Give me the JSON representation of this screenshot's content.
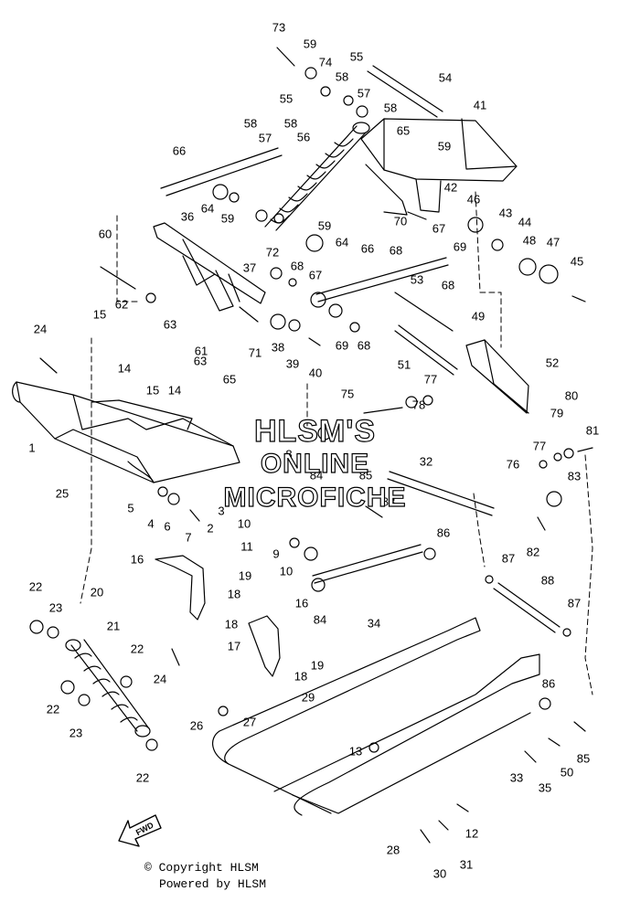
{
  "watermark": [
    "HLSM'S",
    "ONLINE",
    "MICROFICHE"
  ],
  "copyright": "© Copyright HLSM",
  "powered_by": "Powered by HLSM",
  "fwd_label": "FWD",
  "callouts": [
    "73",
    "59",
    "74",
    "55",
    "58",
    "54",
    "57",
    "58",
    "65",
    "41",
    "55",
    "58",
    "58",
    "56",
    "57",
    "59",
    "66",
    "64",
    "59",
    "42",
    "46",
    "43",
    "44",
    "36",
    "70",
    "59",
    "64",
    "67",
    "68",
    "69",
    "48",
    "47",
    "60",
    "72",
    "68",
    "66",
    "45",
    "37",
    "67",
    "68",
    "53",
    "62",
    "63",
    "15",
    "24",
    "61",
    "71",
    "38",
    "39",
    "69",
    "68",
    "49",
    "63",
    "14",
    "65",
    "40",
    "51",
    "52",
    "15",
    "14",
    "77",
    "75",
    "78",
    "1",
    "80",
    "79",
    "81",
    "77",
    "8",
    "32",
    "76",
    "83",
    "84",
    "85",
    "83",
    "25",
    "5",
    "4",
    "6",
    "7",
    "2",
    "3",
    "10",
    "82",
    "11",
    "86",
    "9",
    "87",
    "88",
    "16",
    "10",
    "84",
    "22",
    "20",
    "19",
    "18",
    "16",
    "87",
    "23",
    "21",
    "34",
    "18",
    "22",
    "17",
    "86",
    "24",
    "18",
    "19",
    "26",
    "27",
    "29",
    "22",
    "23",
    "85",
    "13",
    "33",
    "50",
    "35",
    "22",
    "12",
    "28",
    "30",
    "31"
  ]
}
